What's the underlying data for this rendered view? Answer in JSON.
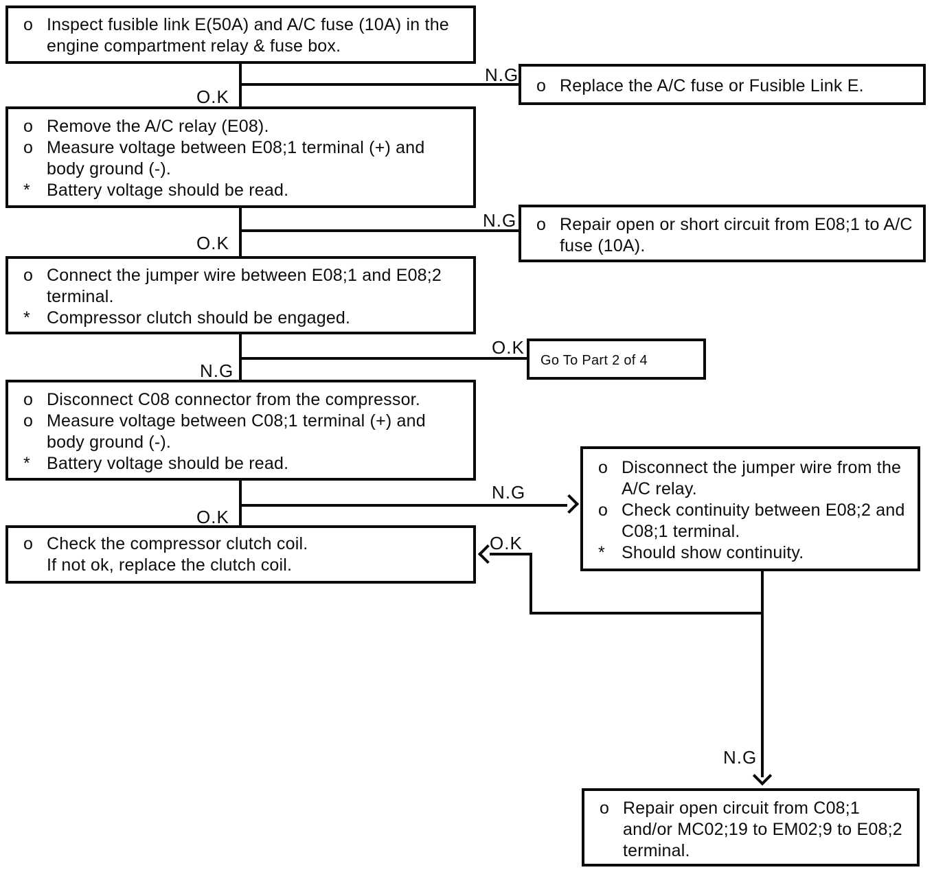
{
  "labels": {
    "ok": "O.K",
    "ng": "N.G"
  },
  "boxes": {
    "inspect_fuse": {
      "items": [
        {
          "b": "o",
          "t": "Inspect fusible link E(50A) and A/C fuse (10A) in the engine compartment relay & fuse box."
        }
      ]
    },
    "replace_fuse": {
      "items": [
        {
          "b": "o",
          "t": "Replace the A/C fuse or Fusible Link E."
        }
      ]
    },
    "remove_relay": {
      "items": [
        {
          "b": "o",
          "t": "Remove the A/C relay (E08)."
        },
        {
          "b": "o",
          "t": "Measure voltage between E08;1 terminal (+) and body ground (-)."
        },
        {
          "b": "*",
          "t": "Battery voltage should be read."
        }
      ]
    },
    "repair_e08_fuse": {
      "items": [
        {
          "b": "o",
          "t": "Repair open or short circuit from E08;1 to A/C fuse (10A)."
        }
      ]
    },
    "jumper_wire": {
      "items": [
        {
          "b": "o",
          "t": "Connect the jumper wire between E08;1 and E08;2 terminal."
        },
        {
          "b": "*",
          "t": "Compressor clutch should be engaged."
        }
      ]
    },
    "goto_part2": {
      "text": "Go To Part 2 of 4"
    },
    "disconnect_c08": {
      "items": [
        {
          "b": "o",
          "t": "Disconnect C08 connector from the compressor."
        },
        {
          "b": "o",
          "t": "Measure voltage between C08;1 terminal (+) and body ground (-)."
        },
        {
          "b": "*",
          "t": "Battery voltage should be read."
        }
      ]
    },
    "check_continuity": {
      "items": [
        {
          "b": "o",
          "t": "Disconnect the jumper wire from the A/C relay."
        },
        {
          "b": "o",
          "t": "Check continuity between E08;2 and C08;1 terminal."
        },
        {
          "b": "*",
          "t": "Should show continuity."
        }
      ]
    },
    "clutch_coil": {
      "items": [
        {
          "b": "o",
          "t": "Check the compressor clutch coil."
        },
        {
          "b": "",
          "t": "If not ok, replace the clutch coil."
        }
      ]
    },
    "repair_open_circuit": {
      "items": [
        {
          "b": "o",
          "t": "Repair open circuit from C08;1 and/or MC02;19 to EM02;9 to E08;2 terminal."
        }
      ]
    }
  }
}
